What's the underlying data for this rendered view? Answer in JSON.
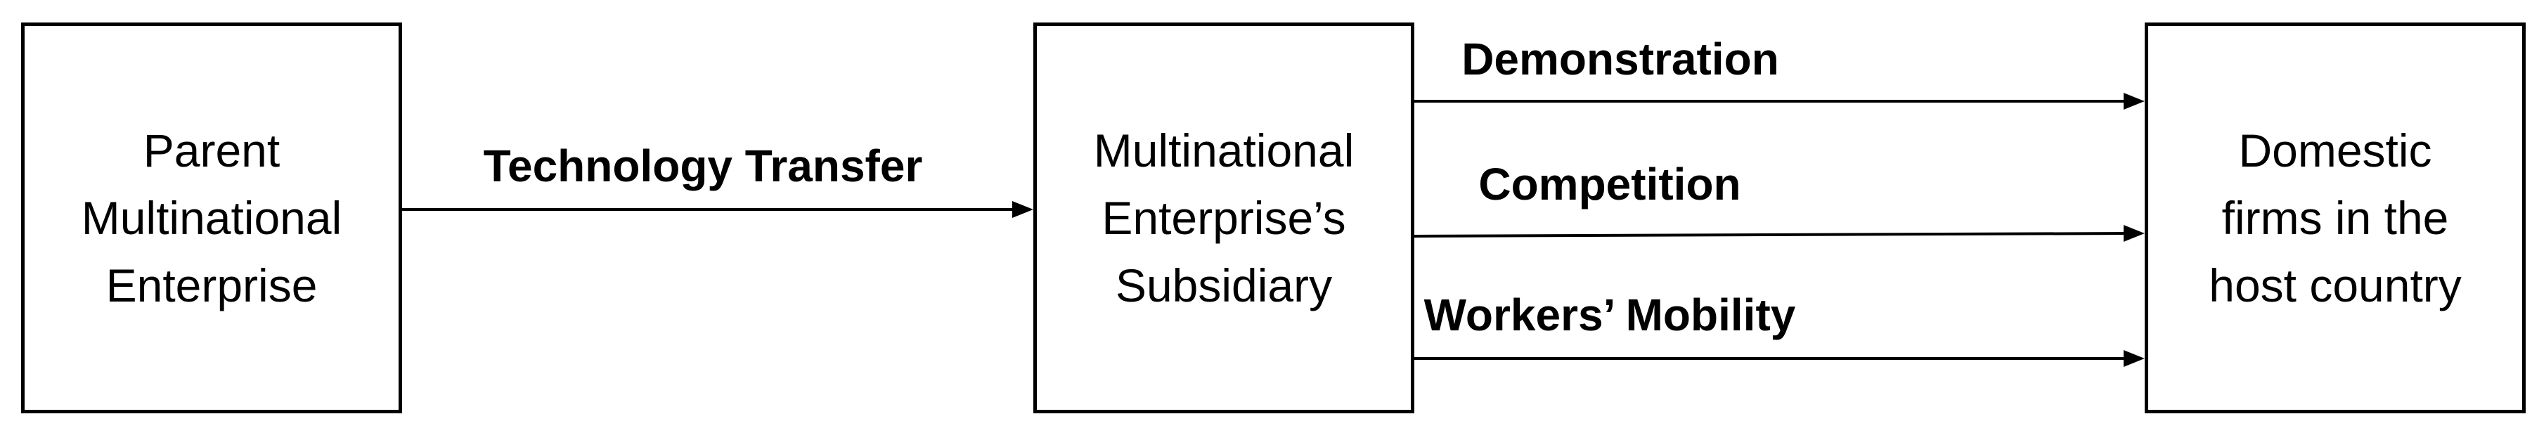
{
  "diagram": {
    "boxes": {
      "parent": [
        "Parent",
        "Multinational",
        "Enterprise"
      ],
      "subsidiary": [
        "Multinational",
        "Enterprise’s",
        "Subsidiary"
      ],
      "domestic": [
        "Domestic",
        "firms in the",
        "host country"
      ]
    },
    "arrows": {
      "technology_transfer": "Technology Transfer",
      "demonstration": "Demonstration",
      "competition": "Competition",
      "workers_mobility": "Workers’ Mobility"
    }
  }
}
